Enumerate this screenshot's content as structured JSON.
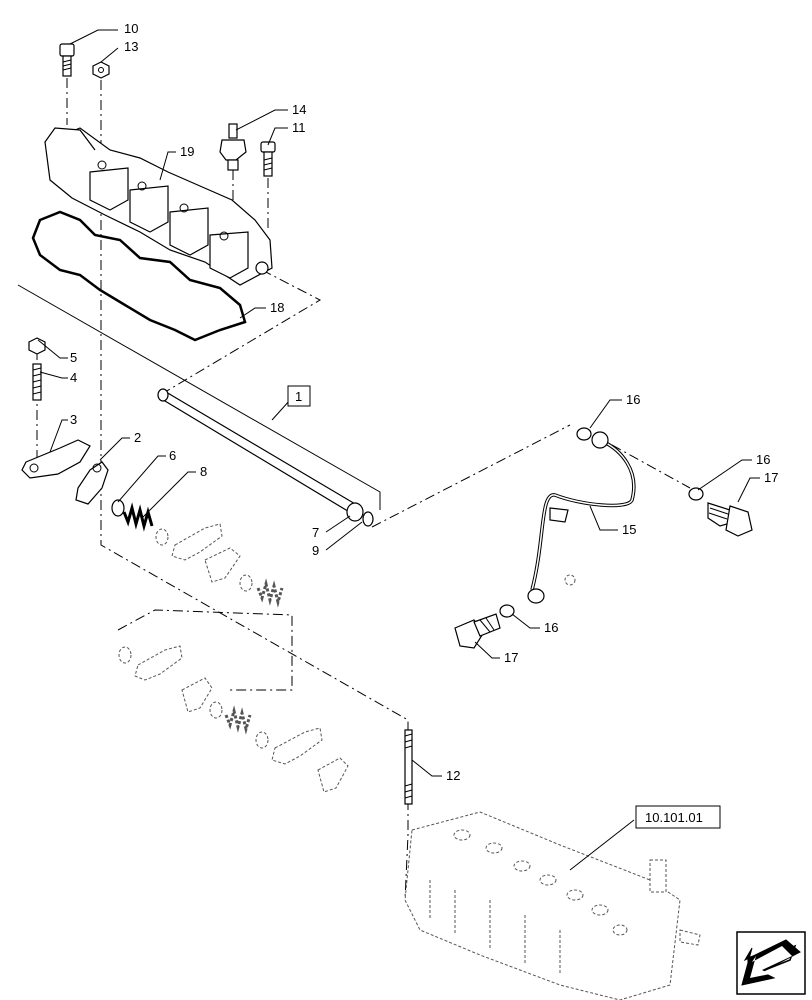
{
  "callouts": {
    "c1": "1",
    "c2": "2",
    "c3": "3",
    "c4": "4",
    "c5": "5",
    "c6": "6",
    "c7": "7",
    "c8": "8",
    "c9": "9",
    "c10": "10",
    "c11": "11",
    "c12": "12",
    "c13": "13",
    "c14": "14",
    "c15": "15",
    "c16a": "16",
    "c16b": "16",
    "c16c": "16",
    "c17a": "17",
    "c17b": "17",
    "c18": "18",
    "c19": "19"
  },
  "reference": "10.101.01",
  "nav_icon": "arrow-down-left-icon"
}
